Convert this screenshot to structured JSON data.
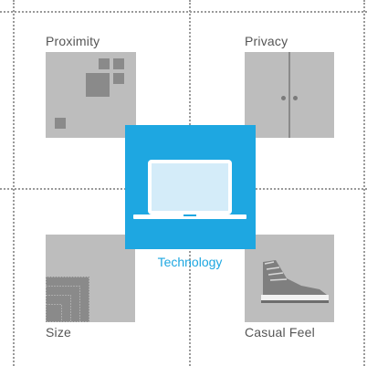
{
  "quadrants": {
    "top_left": {
      "label": "Proximity",
      "icon": "proximity-squares-icon"
    },
    "top_right": {
      "label": "Privacy",
      "icon": "cabinet-doors-icon"
    },
    "bottom_left": {
      "label": "Size",
      "icon": "nested-squares-icon"
    },
    "bottom_right": {
      "label": "Casual Feel",
      "icon": "sneaker-icon"
    }
  },
  "center": {
    "label": "Technology",
    "icon": "laptop-icon"
  },
  "colors": {
    "accent": "#1ea7e1",
    "tile": "#bdbdbd",
    "tile_dark": "#8a8a8a",
    "text": "#555555",
    "grid_line": "#9a9a9a"
  }
}
